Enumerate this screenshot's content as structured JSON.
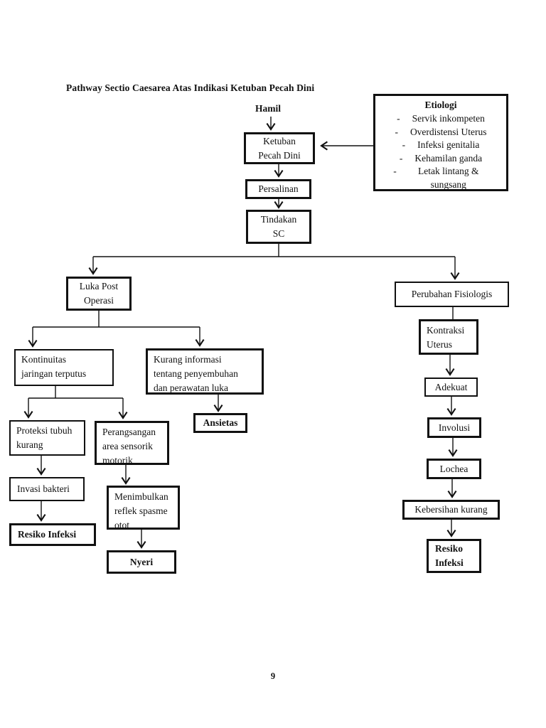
{
  "title": "Pathway Sectio Caesarea Atas Indikasi Ketuban Pecah Dini",
  "page_number": "9",
  "etiologi": {
    "heading": "Etiologi",
    "bullet": "-",
    "items": [
      "Servik inkompeten",
      "Overdistensi Uterus",
      "Infeksi genitalia",
      "Kehamilan ganda",
      "Letak lintang & sungsang"
    ]
  },
  "nodes": {
    "hamil": "Hamil",
    "ketuban_pecah_dini": "Ketuban\nPecah Dini",
    "persalinan": "Persalinan",
    "tindakan_sc": "Tindakan\nSC",
    "luka_post_operasi": "Luka Post\nOperasi",
    "perubahan_fisiologis": "Perubahan Fisiologis",
    "kontinuitas": "Kontinuitas\njaringan terputus",
    "kurang_informasi": "Kurang informasi\ntentang penyembuhan\ndan perawatan luka",
    "ansietas": "Ansietas",
    "proteksi_tubuh": "Proteksi tubuh\nkurang",
    "perangsangan": "Perangsangan\narea sensorik\nmotorik",
    "invasi_bakteri": "Invasi bakteri",
    "resiko_infeksi_kiri": "Resiko Infeksi",
    "menimbulkan": "Menimbulkan\nreflek spasme\notot",
    "nyeri": "Nyeri",
    "kontraksi_uterus": "Kontraksi\nUterus",
    "adekuat": "Adekuat",
    "involusi": "Involusi",
    "lochea": "Lochea",
    "kebersihan_kurang": "Kebersihan kurang",
    "resiko_infeksi_kanan": "Resiko\nInfeksi"
  }
}
